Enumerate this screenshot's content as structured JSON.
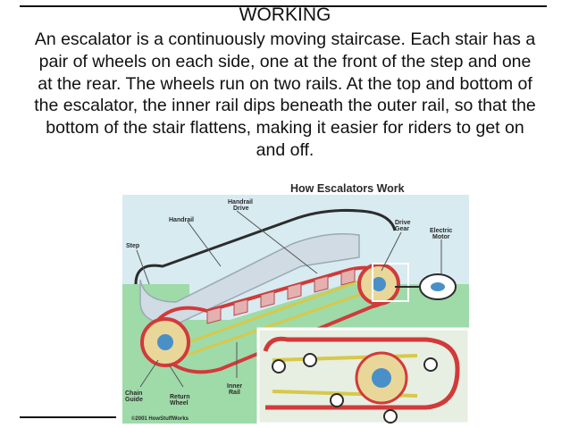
{
  "slide": {
    "title": "WORKING",
    "body": "An escalator is a continuously moving staircase. Each stair has a pair of wheels on each side, one at the front of the step and one at the rear. The wheels run on two rails. At the top and bottom of the escalator, the inner rail dips beneath the outer rail, so that the bottom of the stair flattens, making it easier for riders to get on and off."
  },
  "diagram": {
    "title": "How Escalators Work",
    "labels": {
      "handrail_drive_1": "Handrail",
      "handrail_drive_2": "Drive",
      "handrail": "Handrail",
      "drive_gear_1": "Drive",
      "drive_gear_2": "Gear",
      "electric_motor_1": "Electric",
      "electric_motor_2": "Motor",
      "step": "Step",
      "chain_guide_1": "Chain",
      "chain_guide_2": "Guide",
      "return_wheel_1": "Return",
      "return_wheel_2": "Wheel",
      "inner_rail_1": "Inner",
      "inner_rail_2": "Rail"
    },
    "credit": "©2001 HowStuffWorks",
    "colors": {
      "sky": "#cfe6ee",
      "floor": "#8ed39a",
      "chain": "#d23a3a",
      "rail": "#d8c84a",
      "gear": "#4a90c8",
      "truss": "#c5d2dc",
      "inset_bg": "#e8f1e4"
    }
  }
}
